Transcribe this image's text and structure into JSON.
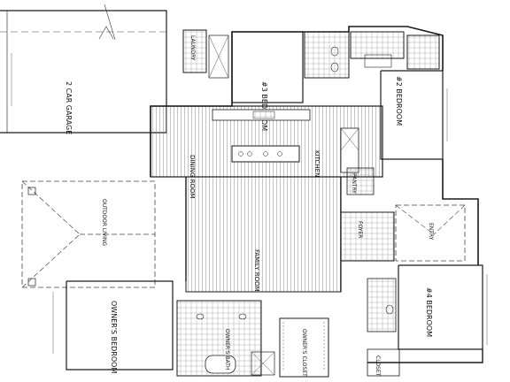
{
  "rooms": {
    "garage": "2 CAR GARAGE",
    "laundry": "LAUNDRY",
    "bedroom3": "#3 BEDROOM",
    "bedroom2": "#2 BEDROOM",
    "dining": "DINING ROOM",
    "kitchen": "KITCHEN",
    "outdoor_living": "OUTDOOR LIVING",
    "family": "FAMILY ROOM",
    "foyer": "FOYER",
    "entry": "ENTRY",
    "bedroom4": "#4 BEDROOM",
    "owners_bedroom": "OWNER'S BEDROOM",
    "owners_bath": "OWNER'S BATH",
    "owners_closet": "OWNER'S CLOSET",
    "pantry": "PANTRY",
    "closet": "CLOSET"
  },
  "colors": {
    "line": "#1a1a1a",
    "hatch": "#5a5a5a",
    "background": "#ffffff"
  }
}
